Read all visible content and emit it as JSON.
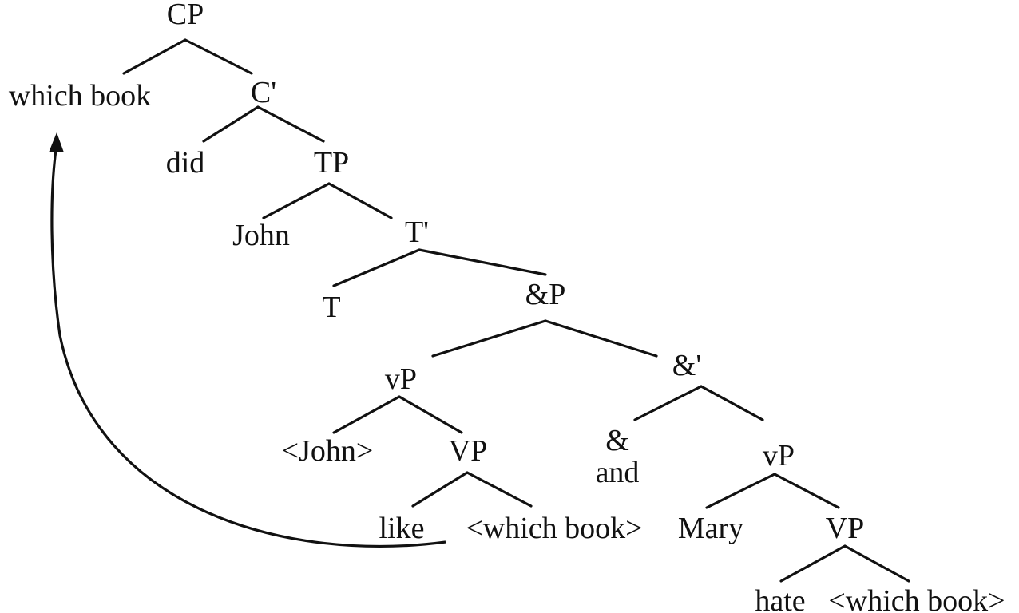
{
  "tree": {
    "nodes": {
      "cp": "CP",
      "which_book": "which book",
      "c_bar": "C'",
      "did": "did",
      "tp": "TP",
      "john": "John",
      "t_bar": "T'",
      "t": "T",
      "and_p": "&P",
      "vp_left": "vP",
      "and_bar": "&'",
      "john_copy": "<John>",
      "vp_left_inner": "VP",
      "and_head": "&",
      "and_word": "and",
      "vp_right": "vP",
      "like": "like",
      "which_book_copy_1": "<which book>",
      "mary": "Mary",
      "vp_right_inner": "VP",
      "hate": "hate",
      "which_book_copy_2": "<which book>"
    }
  }
}
